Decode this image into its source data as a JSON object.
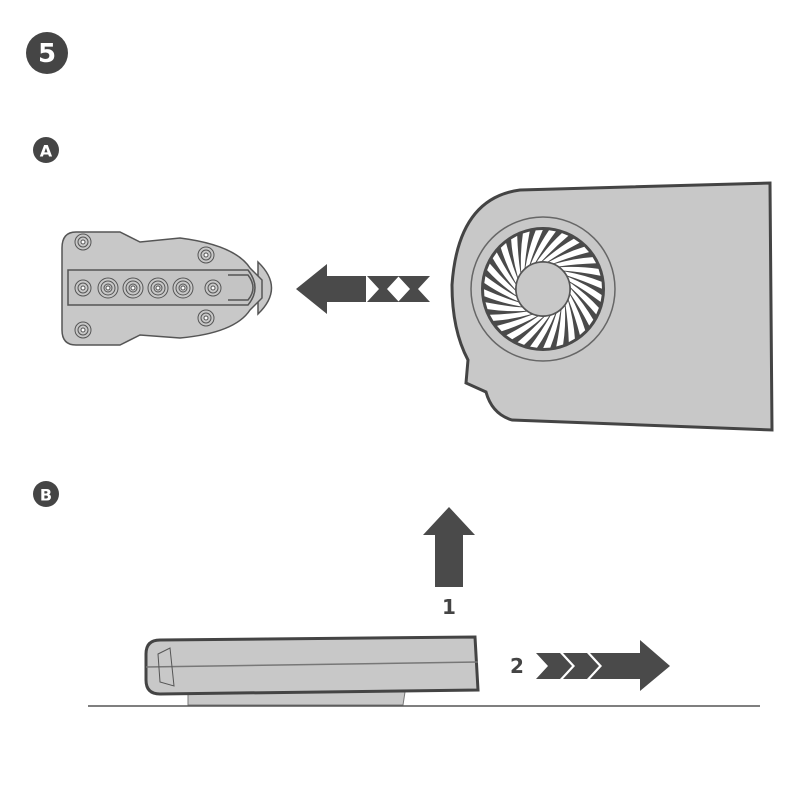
{
  "step": {
    "number": "5"
  },
  "panels": [
    {
      "label": "A"
    },
    {
      "label": "B",
      "steps": [
        {
          "number": "1"
        },
        {
          "number": "2"
        }
      ]
    }
  ],
  "colors": {
    "dark": "#4a4a4a",
    "part_fill": "#c8c8c8",
    "outline": "#555555"
  }
}
